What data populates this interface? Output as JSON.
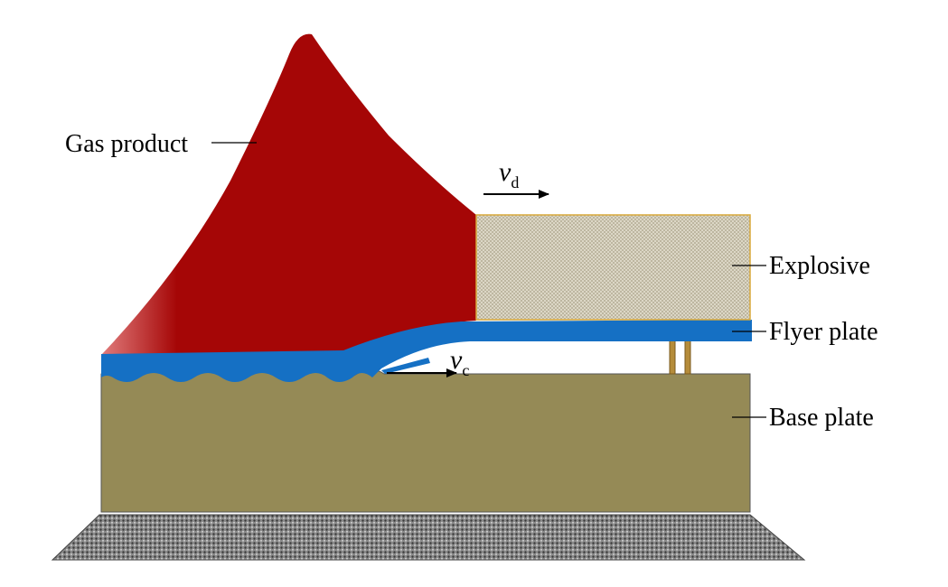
{
  "labels": {
    "gas_product": "Gas product",
    "explosive": "Explosive",
    "flyer_plate": "Flyer plate",
    "base_plate": "Base plate"
  },
  "velocities": {
    "detonation": {
      "symbol": "v",
      "subscript": "d"
    },
    "collision": {
      "symbol": "v",
      "subscript": "c"
    }
  },
  "colors": {
    "gas_product": "#a50606",
    "explosive": "#d9d4c2",
    "explosive_border": "#d8a93a",
    "flyer_plate": "#1570c4",
    "base_plate": "#958a56",
    "anvil": "#6a6a6a",
    "standoff_support": "#b58c3a"
  }
}
